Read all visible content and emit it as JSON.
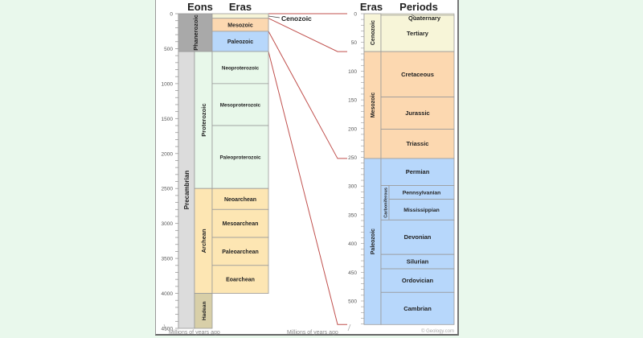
{
  "left_chart": {
    "headers": {
      "eons": "Eons",
      "eras": "Eras"
    },
    "axis_label": "Millions of years ago",
    "ticks": [
      "0",
      "500",
      "1000",
      "1500",
      "2000",
      "2500",
      "3000",
      "3500",
      "4000",
      "4500"
    ],
    "tick_values": [
      0,
      500,
      1000,
      1500,
      2000,
      2500,
      3000,
      3500,
      4000,
      4500
    ],
    "axis_max": 4500,
    "supereons": [
      {
        "name": "Precambrian",
        "start": 541,
        "end": 4600,
        "color": "#dcdcdc"
      }
    ],
    "eons": [
      {
        "name": "Phanerozoic",
        "start": 0,
        "end": 541,
        "color": "#a9a9a9"
      },
      {
        "name": "Proterozoic",
        "start": 541,
        "end": 2500,
        "color": "#e8f8ea"
      },
      {
        "name": "Archean",
        "start": 2500,
        "end": 4000,
        "color": "#fde6b3"
      },
      {
        "name": "Hadean",
        "start": 4000,
        "end": 4600,
        "color": "#d8cfa8"
      }
    ],
    "eras": [
      {
        "name": "",
        "start": 0,
        "end": 66,
        "color": "#f7f5d8"
      },
      {
        "name": "Mesozoic",
        "start": 66,
        "end": 252,
        "color": "#fcd8b0"
      },
      {
        "name": "Paleozoic",
        "start": 252,
        "end": 541,
        "color": "#b7d7fb"
      },
      {
        "name": "Neoproterozoic",
        "start": 541,
        "end": 1000,
        "color": "#e8f8ea"
      },
      {
        "name": "Mesoproterozoic",
        "start": 1000,
        "end": 1600,
        "color": "#e8f8ea"
      },
      {
        "name": "Paleoproterozoic",
        "start": 1600,
        "end": 2500,
        "color": "#e8f8ea"
      },
      {
        "name": "Neoarchean",
        "start": 2500,
        "end": 2800,
        "color": "#fde6b3"
      },
      {
        "name": "Mesoarchean",
        "start": 2800,
        "end": 3200,
        "color": "#fde6b3"
      },
      {
        "name": "Paleoarchean",
        "start": 3200,
        "end": 3600,
        "color": "#fde6b3"
      },
      {
        "name": "Eoarchean",
        "start": 3600,
        "end": 4000,
        "color": "#fde6b3"
      }
    ],
    "callout": "Cenozoic"
  },
  "right_chart": {
    "headers": {
      "eras": "Eras",
      "periods": "Periods"
    },
    "axis_label": "Millions of years ago",
    "ticks": [
      "0",
      "50",
      "100",
      "150",
      "200",
      "250",
      "300",
      "350",
      "400",
      "450",
      "500"
    ],
    "tick_values": [
      0,
      50,
      100,
      150,
      200,
      250,
      300,
      350,
      400,
      450,
      500
    ],
    "axis_max": 541,
    "eras": [
      {
        "name": "Cenozoic",
        "start": 0,
        "end": 66,
        "color": "#f7f5d8"
      },
      {
        "name": "Mesozoic",
        "start": 66,
        "end": 252,
        "color": "#fcd8b0"
      },
      {
        "name": "Paleozoic",
        "start": 252,
        "end": 541,
        "color": "#b7d7fb"
      }
    ],
    "subperiod_group": {
      "name": "Carboniferous",
      "start": 299,
      "end": 359
    },
    "periods": [
      {
        "name": "Tertiary",
        "start": 2.6,
        "end": 66,
        "color": "#f7f5d8"
      },
      {
        "name": "Cretaceous",
        "start": 66,
        "end": 145,
        "color": "#fcd8b0"
      },
      {
        "name": "Jurassic",
        "start": 145,
        "end": 201,
        "color": "#fcd8b0"
      },
      {
        "name": "Triassic",
        "start": 201,
        "end": 252,
        "color": "#fcd8b0"
      },
      {
        "name": "Permian",
        "start": 252,
        "end": 299,
        "color": "#b7d7fb"
      },
      {
        "name": "Pennsylvanian",
        "start": 299,
        "end": 323,
        "color": "#b7d7fb",
        "sub": true
      },
      {
        "name": "Mississippian",
        "start": 323,
        "end": 359,
        "color": "#b7d7fb",
        "sub": true
      },
      {
        "name": "Devonian",
        "start": 359,
        "end": 419,
        "color": "#b7d7fb"
      },
      {
        "name": "Silurian",
        "start": 419,
        "end": 444,
        "color": "#b7d7fb"
      },
      {
        "name": "Ordovician",
        "start": 444,
        "end": 485,
        "color": "#b7d7fb"
      },
      {
        "name": "Cambrian",
        "start": 485,
        "end": 541,
        "color": "#b7d7fb"
      }
    ],
    "callout": "Quaternary",
    "credit": "© Geology.com"
  },
  "colors": {
    "connector": "#c0504d",
    "border": "#9a9a9a",
    "background": "#e9f8ec"
  }
}
